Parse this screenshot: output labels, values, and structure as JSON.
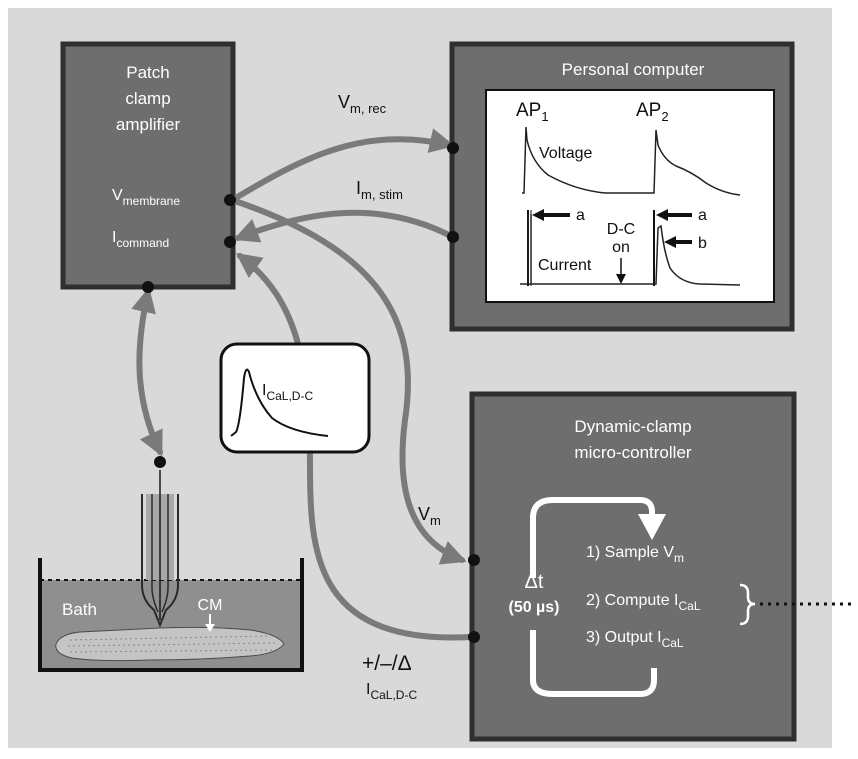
{
  "amplifier": {
    "title_line1": "Patch",
    "title_line2": "clamp",
    "title_line3": "amplifier",
    "v_label": "V",
    "v_sub": "membrane",
    "i_label": "I",
    "i_sub": "command"
  },
  "computer": {
    "title": "Personal computer",
    "ap1": "AP",
    "ap1_sub": "1",
    "ap2": "AP",
    "ap2_sub": "2",
    "voltage": "Voltage",
    "current": "Current",
    "dc_line1": "D-C",
    "dc_line2": "on",
    "marker_a1": "a",
    "marker_a2": "a",
    "marker_b": "b"
  },
  "signals": {
    "vm_rec": "V",
    "vm_rec_sub": "m, rec",
    "im_stim": "I",
    "im_stim_sub": "m, stim",
    "vm": "V",
    "vm_sub": "m",
    "pmd": "+/–/Δ",
    "ical_dc": "I",
    "ical_dc_sub": "CaL,D-C"
  },
  "inset": {
    "label": "I",
    "label_sub": "CaL,D-C"
  },
  "controller": {
    "title_line1": "Dynamic-clamp",
    "title_line2": "micro-controller",
    "delta_t": "Δt",
    "period": "(50 µs)",
    "step1": "1) Sample V",
    "step1_sub": "m",
    "step2": "2) Compute I",
    "step2_sub": "CaL",
    "step3": "3) Output I",
    "step3_sub": "CaL"
  },
  "bath": {
    "label": "Bath",
    "cm_label": "CM"
  },
  "colors": {
    "background": "#d9d9d9",
    "box_fill": "#6e6e6e",
    "box_border": "#2f2f2f",
    "arrow": "#7a7a7a",
    "solution": "#8f8f8f"
  }
}
